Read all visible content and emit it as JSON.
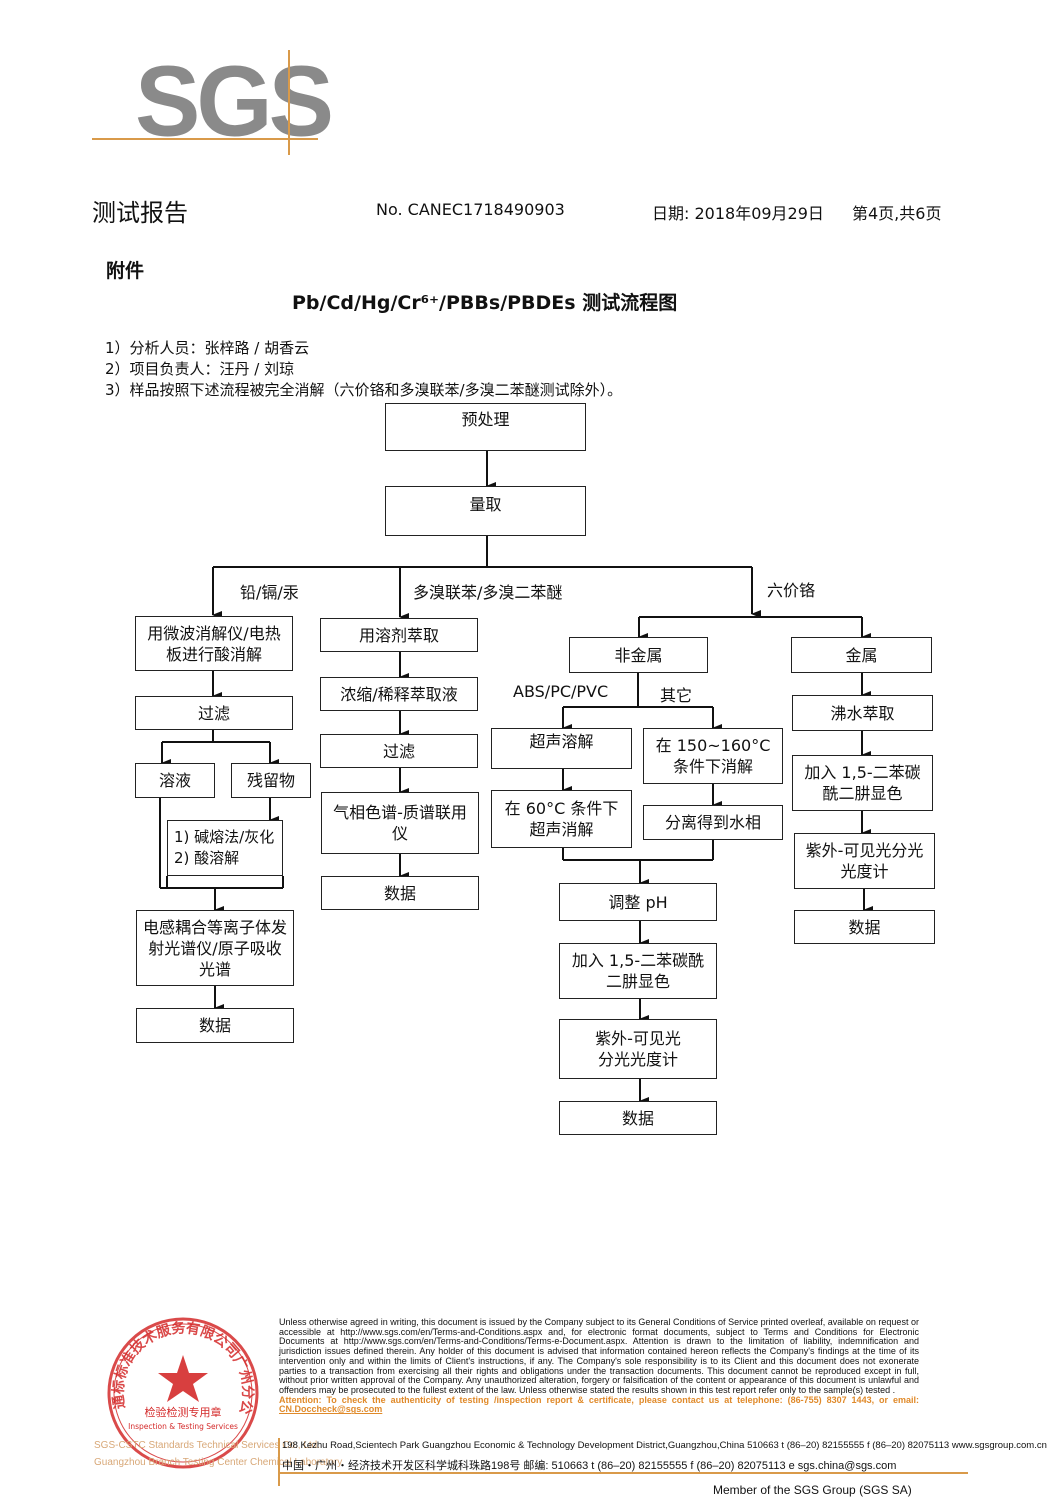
{
  "logo": {
    "text": "SGS",
    "color": "#8a8a8a",
    "line_color": "#d99a4a"
  },
  "header": {
    "title": "测试报告",
    "report_no": "No. CANEC1718490903",
    "date": "日期: 2018年09月29日",
    "page": "第4页,共6页"
  },
  "section": "附件",
  "chart_title": "Pb/Cd/Hg/Cr⁶⁺/PBBs/PBDEs 测试流程图",
  "notes": [
    "1）分析人员：张梓路 / 胡香云",
    "2）项目负责人：汪丹 / 刘琼",
    "3）样品按照下述流程被完全消解（六价铬和多溴联苯/多溴二苯醚测试除外）。"
  ],
  "flowchart": {
    "pretreat": "预处理",
    "measure": "量取",
    "branch_labels": {
      "metals": "铅/镉/汞",
      "pbb": "多溴联苯/多溴二苯醚",
      "cr6": "六价铬",
      "abs": "ABS/PC/PVC",
      "other": "其它"
    },
    "metals": {
      "digest": "用微波消解仪/电热板进行酸消解",
      "filter": "过滤",
      "solution": "溶液",
      "residue": "残留物",
      "residue_treat_1": "1) 碱熔法/灰化",
      "residue_treat_2": "2) 酸溶解",
      "icp": "电感耦合等离子体发射光谱仪/原子吸收光谱",
      "data": "数据"
    },
    "pbb": {
      "extract": "用溶剂萃取",
      "concentrate": "浓缩/稀释萃取液",
      "filter": "过滤",
      "gcms": "气相色谱-质谱联用仪",
      "data": "数据"
    },
    "cr6": {
      "nonmetal": "非金属",
      "metal": "金属",
      "ultrasonic": "超声溶解",
      "ultrasonic_60": "在 60°C 条件下超声消解",
      "digest_150": "在 150~160°C 条件下消解",
      "separate": "分离得到水相",
      "adjust_ph": "调整 pH",
      "add_dpc": "加入 1,5-二苯碳酰二肼显色",
      "uvvis": "紫外-可见光分光光度计",
      "data": "数据",
      "boil": "沸水萃取",
      "metal_add_dpc": "加入 1,5-二苯碳酰二肼显色",
      "metal_uvvis": "紫外-可见光分光光度计",
      "metal_data": "数据"
    }
  },
  "footer": {
    "legal": "Unless otherwise agreed in writing, this document is issued by the Company subject to its General Conditions of Service printed overleaf, available on request or accessible at http://www.sgs.com/en/Terms-and-Conditions.aspx and, for electronic format documents, subject to Terms and Conditions for Electronic Documents at http://www.sgs.com/en/Terms-and-Conditions/Terms-e-Document.aspx. Attention is drawn to the limitation of liability, indemnification and jurisdiction issues defined therein. Any holder of this document is advised that information contained hereon reflects the Company's findings at the time of its intervention only and within the limits of Client's instructions, if any. The Company's sole responsibility is to its Client and this document does not exonerate parties to a transaction from exercising all their rights and obligations under the transaction documents. This document cannot be reproduced except in full, without prior written approval of the Company. Any unauthorized alteration, forgery or falsification of the content or appearance of this document is unlawful and offenders may be prosecuted to the fullest extent of the law. Unless otherwise stated the results shown in this test report refer only to the sample(s) tested .",
    "attention": "Attention: To check the authenticity of testing /inspection report & certificate, please contact us at telephone: (86-755) 8307 1443, or email: ",
    "attention_email": "CN.Doccheck@sgs.com",
    "address_en": "198 Kezhu Road,Scientech Park Guangzhou Economic & Technology Development District,Guangzhou,China  510663   t (86–20) 82155555   f (86–20) 82075113   www.sgsgroup.com.cn",
    "address_cn": "中国・广州・经济技术开发区科学城科珠路198号          邮编: 510663   t (86–20) 82155555   f (86–20) 82075113   e sgs.china@sgs.com",
    "company_line1": "SGS-CSTC Standards Technical Services Co., Ltd.",
    "company_line2": "Guangzhou Branch Testing Center Chemical Laboratory",
    "member": "Member of the SGS Group (SGS SA)",
    "accent_color": "#e08a2a"
  },
  "stamp": {
    "ring_text": "通标标准技术服务有限公司广州分公司",
    "center_cn": "检验检测专用章",
    "center_en": "Inspection & Testing Services",
    "color": "#d42a2a"
  }
}
